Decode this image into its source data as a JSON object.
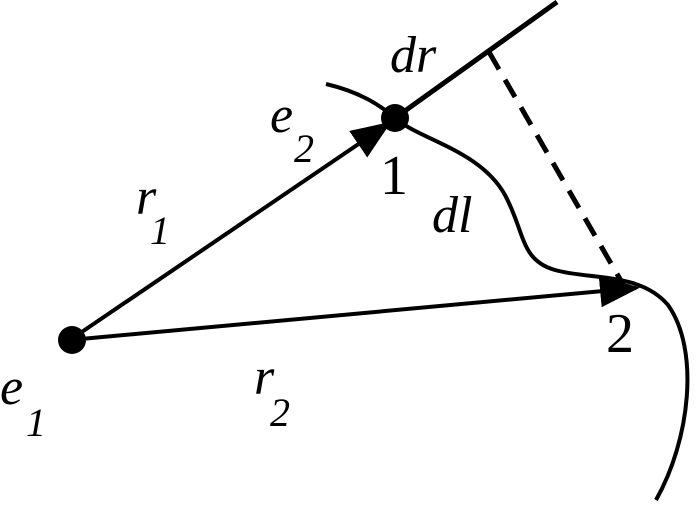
{
  "labels": {
    "e1_base": "e",
    "e1_sub": "1",
    "e2_base": "e",
    "e2_sub": "2",
    "r1_base": "r",
    "r1_sub": "1",
    "r2_base": "r",
    "r2_sub": "2",
    "dr": "dr",
    "dl": "dl",
    "point1": "1",
    "point2": "2"
  },
  "colors": {
    "ink": "#000000",
    "background": "#ffffff"
  }
}
